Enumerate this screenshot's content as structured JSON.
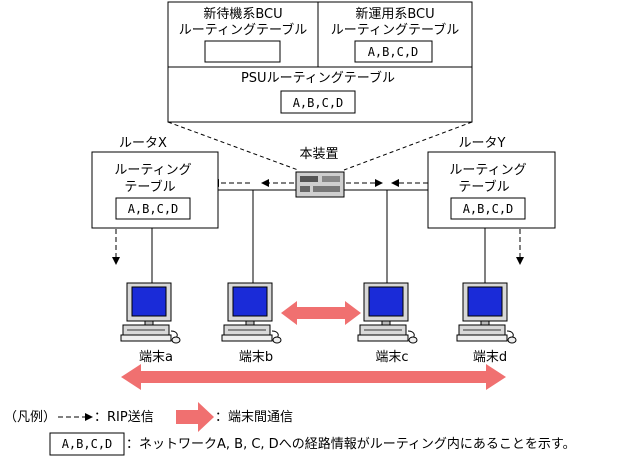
{
  "top": {
    "standby_title_1": "新待機系BCU",
    "standby_title_2": "ルーティングテーブル",
    "standby_value": "",
    "active_title_1": "新運用系BCU",
    "active_title_2": "ルーティングテーブル",
    "active_value": "A,B,C,D",
    "psu_title": "PSUルーティングテーブル",
    "psu_value": "A,B,C,D"
  },
  "device_label": "本装置",
  "router_x": {
    "name": "ルータX",
    "title_1": "ルーティング",
    "title_2": "テーブル",
    "value": "A,B,C,D"
  },
  "router_y": {
    "name": "ルータY",
    "title_1": "ルーティング",
    "title_2": "テーブル",
    "value": "A,B,C,D"
  },
  "terminals": [
    "端末a",
    "端末b",
    "端末c",
    "端末d"
  ],
  "legend": {
    "prefix": "（凡例）",
    "rip_label": "：RIP送信",
    "comm_label": "：端末間通信",
    "box_value": "A,B,C,D",
    "box_desc": "：ネットワークA, B, C, Dへの経路情報がルーティング内にあることを示す。"
  },
  "colors": {
    "arrow": "#f07070",
    "screen": "#1a2bd8"
  }
}
